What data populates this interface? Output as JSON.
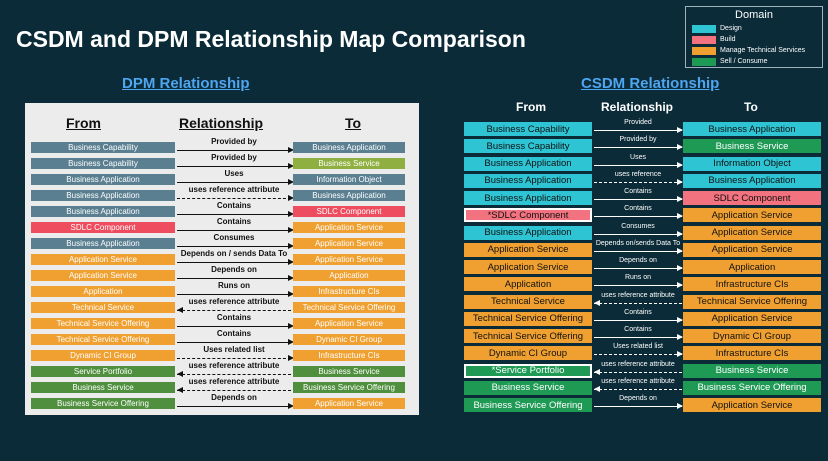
{
  "title": "CSDM and DPM Relationship Map Comparison",
  "legend": {
    "title": "Domain",
    "items": [
      {
        "label": "Design",
        "color": "#2ec4d4"
      },
      {
        "label": "Build",
        "color": "#f2727f"
      },
      {
        "label": "Manage Technical Services",
        "color": "#f0a030"
      },
      {
        "label": "Sell / Consume",
        "color": "#1f9a55"
      }
    ]
  },
  "dpm": {
    "section_title": "DPM Relationship",
    "headers": {
      "from": "From",
      "relationship": "Relationship",
      "to": "To"
    },
    "colors": {
      "slate": "#5a7f91",
      "olive": "#8fb040",
      "red": "#ee4d5f",
      "orange": "#f0a030",
      "green": "#4f8f3e"
    },
    "rows": [
      {
        "from": "Business Capability",
        "from_color": "slate",
        "rel": "Provided by",
        "style": "solid",
        "dir": "right",
        "to": "Business Application",
        "to_color": "slate"
      },
      {
        "from": "Business Capability",
        "from_color": "slate",
        "rel": "Provided by",
        "style": "solid",
        "dir": "right",
        "to": "Business Service",
        "to_color": "olive"
      },
      {
        "from": "Business Application",
        "from_color": "slate",
        "rel": "Uses",
        "style": "solid",
        "dir": "right",
        "to": "Information Object",
        "to_color": "slate"
      },
      {
        "from": "Business Application",
        "from_color": "slate",
        "rel": "uses reference attribute",
        "style": "dashed",
        "dir": "right",
        "to": "Business Application",
        "to_color": "slate"
      },
      {
        "from": "Business Application",
        "from_color": "slate",
        "rel": "Contains",
        "style": "solid",
        "dir": "right",
        "to": "SDLC Component",
        "to_color": "red"
      },
      {
        "from": "SDLC Component",
        "from_color": "red",
        "rel": "Contains",
        "style": "solid",
        "dir": "right",
        "to": "Application Service",
        "to_color": "orange"
      },
      {
        "from": "Business Application",
        "from_color": "slate",
        "rel": "Consumes",
        "style": "solid",
        "dir": "right",
        "to": "Application Service",
        "to_color": "orange"
      },
      {
        "from": "Application Service",
        "from_color": "orange",
        "rel": "Depends on / sends Data To",
        "style": "solid",
        "dir": "right",
        "to": "Application Service",
        "to_color": "orange"
      },
      {
        "from": "Application Service",
        "from_color": "orange",
        "rel": "Depends on",
        "style": "solid",
        "dir": "right",
        "to": "Application",
        "to_color": "orange"
      },
      {
        "from": "Application",
        "from_color": "orange",
        "rel": "Runs on",
        "style": "solid",
        "dir": "right",
        "to": "Infrastructure CIs",
        "to_color": "orange"
      },
      {
        "from": "Technical Service",
        "from_color": "orange",
        "rel": "uses reference attribute",
        "style": "dashed",
        "dir": "left",
        "to": "Technical Service Offering",
        "to_color": "orange"
      },
      {
        "from": "Technical Service Offering",
        "from_color": "orange",
        "rel": "Contains",
        "style": "solid",
        "dir": "right",
        "to": "Application Service",
        "to_color": "orange"
      },
      {
        "from": "Technical Service Offering",
        "from_color": "orange",
        "rel": "Contains",
        "style": "solid",
        "dir": "right",
        "to": "Dynamic CI Group",
        "to_color": "orange"
      },
      {
        "from": "Dynamic CI Group",
        "from_color": "orange",
        "rel": "Uses related list",
        "style": "dashed",
        "dir": "right",
        "to": "Infrastructure CIs",
        "to_color": "orange"
      },
      {
        "from": "Service Portfolio",
        "from_color": "green",
        "rel": "uses reference attribute",
        "style": "dashed",
        "dir": "left",
        "to": "Business Service",
        "to_color": "green"
      },
      {
        "from": "Business Service",
        "from_color": "green",
        "rel": "uses reference attribute",
        "style": "dashed",
        "dir": "left",
        "to": "Business Service Offering",
        "to_color": "green"
      },
      {
        "from": "Business Service Offering",
        "from_color": "green",
        "rel": "Depends on",
        "style": "solid",
        "dir": "right",
        "to": "Application Service",
        "to_color": "orange"
      }
    ]
  },
  "csdm": {
    "section_title": "CSDM Relationship",
    "headers": {
      "from": "From",
      "relationship": "Relationship",
      "to": "To"
    },
    "colors": {
      "cyan": "#2ec4d4",
      "pink": "#f2727f",
      "orange": "#f0a030",
      "green": "#1f9a55"
    },
    "rows": [
      {
        "from": "Business Capability",
        "from_color": "cyan",
        "rel": "Provided",
        "style": "solid",
        "dir": "right",
        "to": "Business Application",
        "to_color": "cyan"
      },
      {
        "from": "Business Capability",
        "from_color": "cyan",
        "rel": "Provided by",
        "style": "solid",
        "dir": "right",
        "to": "Business Service",
        "to_color": "green"
      },
      {
        "from": "Business Application",
        "from_color": "cyan",
        "rel": "Uses",
        "style": "solid",
        "dir": "right",
        "to": "Information Object",
        "to_color": "cyan"
      },
      {
        "from": "Business Application",
        "from_color": "cyan",
        "rel": "uses reference",
        "style": "dashed",
        "dir": "right",
        "to": "Business Application",
        "to_color": "cyan"
      },
      {
        "from": "Business Application",
        "from_color": "cyan",
        "rel": "Contains",
        "style": "solid",
        "dir": "right",
        "to": "SDLC Component",
        "to_color": "pink"
      },
      {
        "from": "*SDLC Component",
        "from_color": "pink",
        "rel": "Contains",
        "style": "solid",
        "dir": "right",
        "to": "Application Service",
        "to_color": "orange",
        "from_border": true
      },
      {
        "from": "Business Application",
        "from_color": "cyan",
        "rel": "Consumes",
        "style": "solid",
        "dir": "right",
        "to": "Application Service",
        "to_color": "orange"
      },
      {
        "from": "Application Service",
        "from_color": "orange",
        "rel": "Depends on/sends Data To",
        "style": "solid",
        "dir": "right",
        "to": "Application Service",
        "to_color": "orange"
      },
      {
        "from": "Application Service",
        "from_color": "orange",
        "rel": "Depends on",
        "style": "solid",
        "dir": "right",
        "to": "Application",
        "to_color": "orange"
      },
      {
        "from": "Application",
        "from_color": "orange",
        "rel": "Runs on",
        "style": "solid",
        "dir": "right",
        "to": "Infrastructure CIs",
        "to_color": "orange"
      },
      {
        "from": "Technical Service",
        "from_color": "orange",
        "rel": "uses reference attribute",
        "style": "dashed",
        "dir": "left",
        "to": "Technical Service Offering",
        "to_color": "orange"
      },
      {
        "from": "Technical Service Offering",
        "from_color": "orange",
        "rel": "Contains",
        "style": "solid",
        "dir": "right",
        "to": "Application Service",
        "to_color": "orange"
      },
      {
        "from": "Technical Service Offering",
        "from_color": "orange",
        "rel": "Contains",
        "style": "solid",
        "dir": "right",
        "to": "Dynamic CI Group",
        "to_color": "orange"
      },
      {
        "from": "Dynamic CI Group",
        "from_color": "orange",
        "rel": "Uses related list",
        "style": "dashed",
        "dir": "right",
        "to": "Infrastructure CIs",
        "to_color": "orange"
      },
      {
        "from": "*Service Portfolio",
        "from_color": "green",
        "rel": "uses reference attribute",
        "style": "dashed",
        "dir": "left",
        "to": "Business Service",
        "to_color": "green",
        "from_border": true
      },
      {
        "from": "Business Service",
        "from_color": "green",
        "rel": "uses reference attribute",
        "style": "dashed",
        "dir": "left",
        "to": "Business Service Offering",
        "to_color": "green"
      },
      {
        "from": "Business Service Offering",
        "from_color": "green",
        "rel": "Depends on",
        "style": "solid",
        "dir": "right",
        "to": "Application Service",
        "to_color": "orange"
      }
    ]
  }
}
